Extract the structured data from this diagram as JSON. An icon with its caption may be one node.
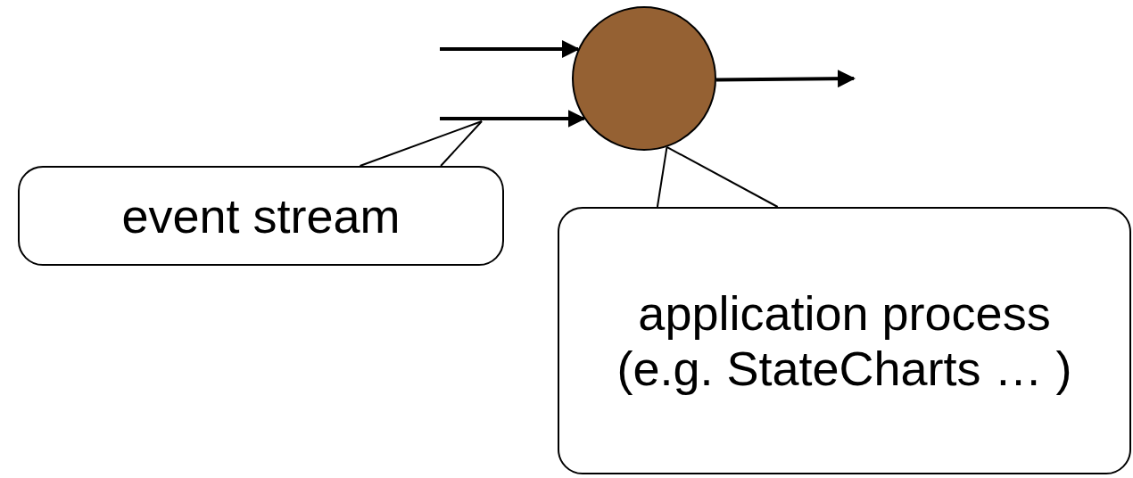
{
  "diagram": {
    "nodes": [
      {
        "text": [],
        "shape": "circle"
      },
      {
        "text": [
          "event stream"
        ]
      },
      {
        "text": [
          "application process (e.g. StateCharts … )"
        ]
      }
    ],
    "edges": [
      {
        "from": null,
        "to": 0,
        "arrow": "to"
      },
      {
        "from": null,
        "to": 0,
        "arrow": "to"
      },
      {
        "from": 0,
        "to": null,
        "arrow": "to"
      },
      {
        "from": 1,
        "to": null,
        "arrow": "none"
      },
      {
        "from": 2,
        "to": 0,
        "arrow": "none"
      }
    ]
  }
}
